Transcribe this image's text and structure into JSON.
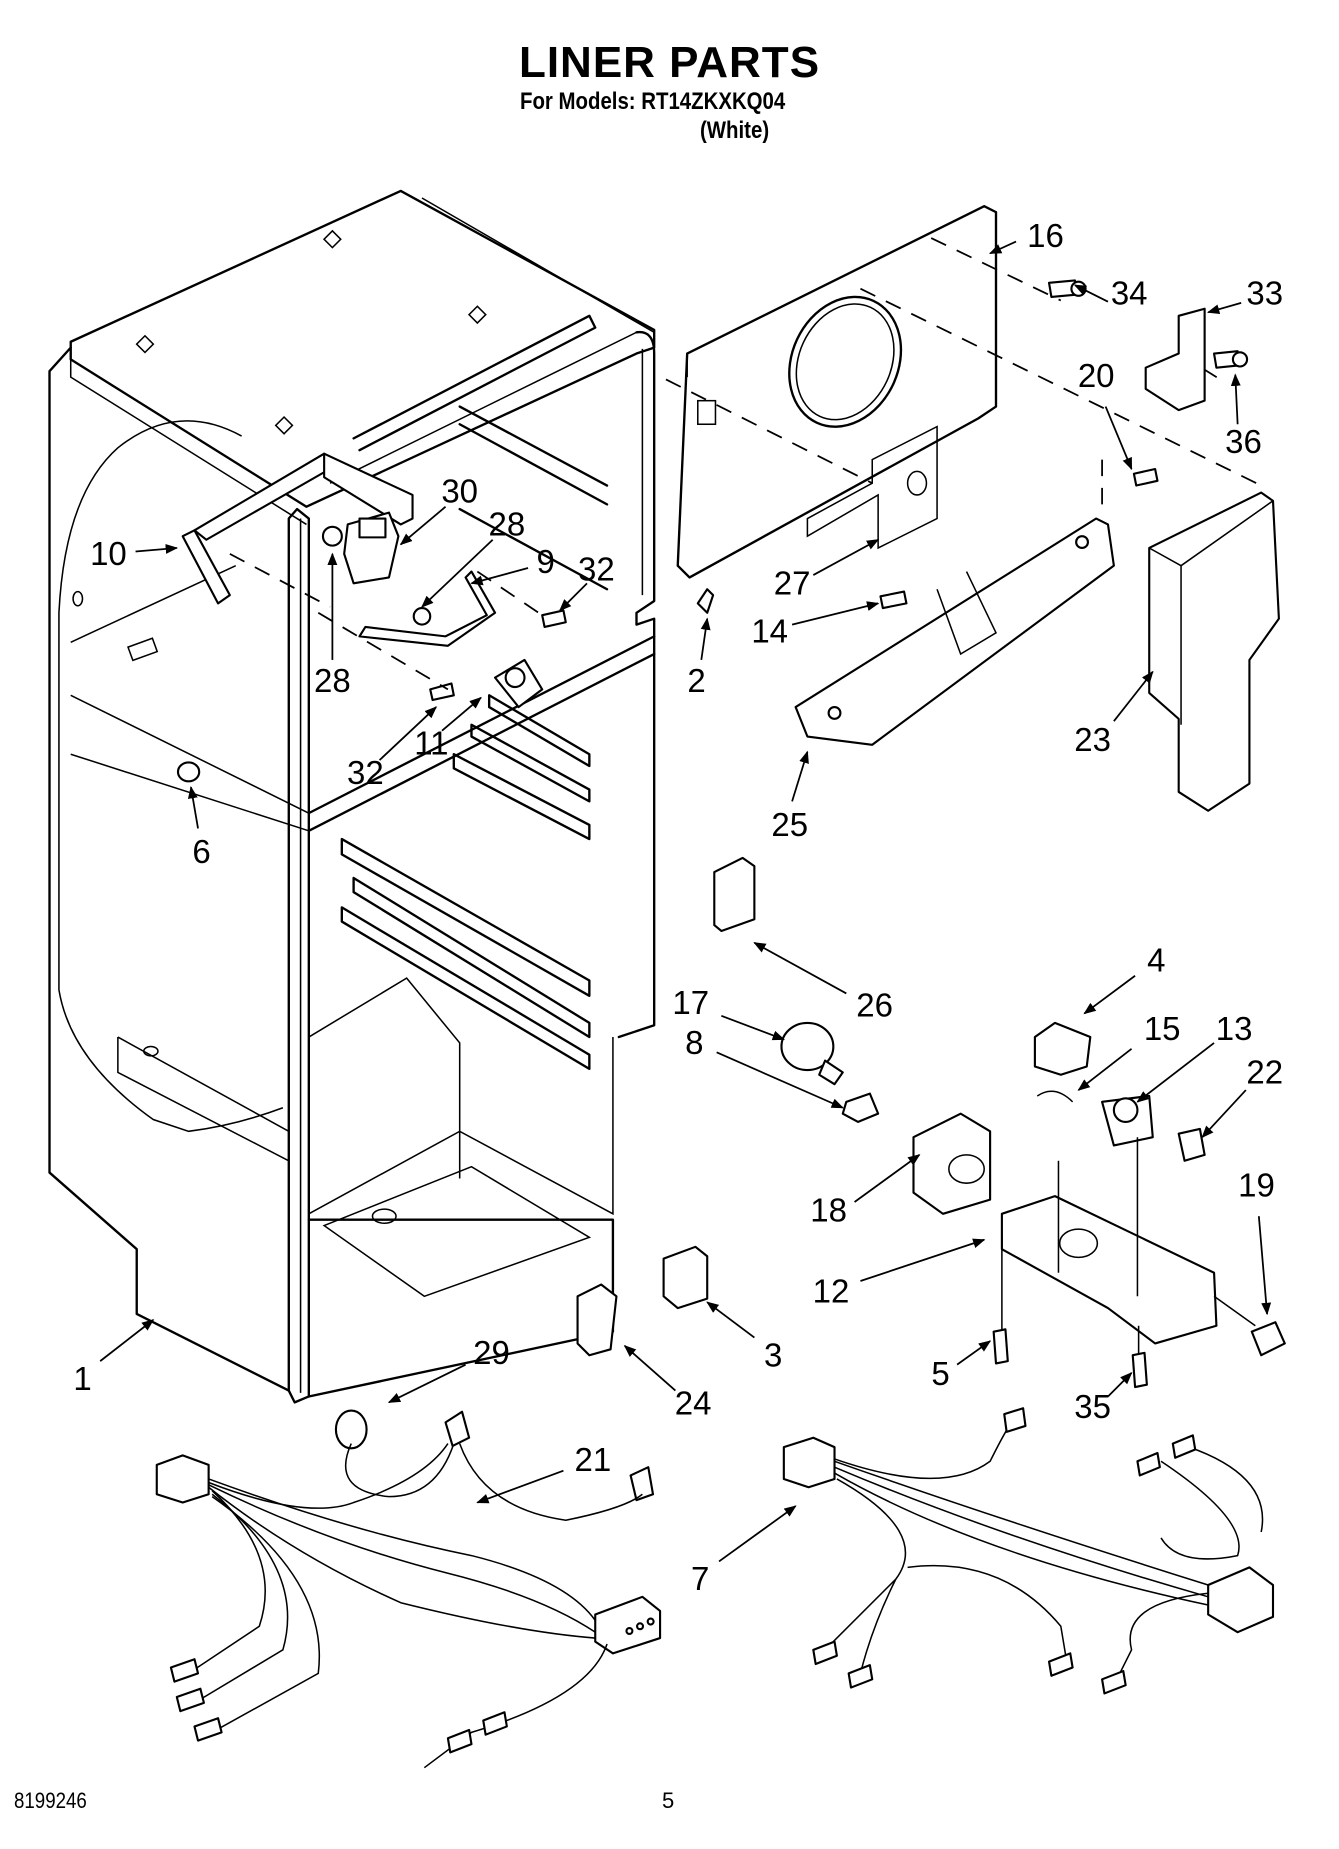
{
  "header": {
    "title": "LINER PARTS",
    "models_line": "For Models: RT14ZKXKQ04",
    "variant": "(White)"
  },
  "footer": {
    "document_number": "8199246",
    "page_number": "5"
  },
  "callouts": [
    {
      "label": "1",
      "part": "liner-cabinet"
    },
    {
      "label": "2",
      "part": "push-pin"
    },
    {
      "label": "3",
      "part": "connector"
    },
    {
      "label": "4",
      "part": "thermostat-knob-housing"
    },
    {
      "label": "5",
      "part": "screw"
    },
    {
      "label": "6",
      "part": "plug-button"
    },
    {
      "label": "7",
      "part": "wire-harness"
    },
    {
      "label": "8",
      "part": "lamp-socket"
    },
    {
      "label": "9",
      "part": "fan-bracket"
    },
    {
      "label": "10",
      "part": "bracket"
    },
    {
      "label": "11",
      "part": "fan-blade"
    },
    {
      "label": "12",
      "part": "control-housing"
    },
    {
      "label": "13",
      "part": "thermostat"
    },
    {
      "label": "14",
      "part": "screw"
    },
    {
      "label": "15",
      "part": "clip"
    },
    {
      "label": "16",
      "part": "rear-panel"
    },
    {
      "label": "17",
      "part": "light-bulb"
    },
    {
      "label": "18",
      "part": "light-shield"
    },
    {
      "label": "19",
      "part": "switch"
    },
    {
      "label": "20",
      "part": "screw"
    },
    {
      "label": "21",
      "part": "wire-harness"
    },
    {
      "label": "22",
      "part": "knob"
    },
    {
      "label": "23",
      "part": "air-duct-cover"
    },
    {
      "label": "24",
      "part": "connector"
    },
    {
      "label": "25",
      "part": "air-diffuser"
    },
    {
      "label": "26",
      "part": "switch-housing"
    },
    {
      "label": "27",
      "part": "insulation"
    },
    {
      "label": "28",
      "part": "grommet"
    },
    {
      "label": "28",
      "part": "grommet"
    },
    {
      "label": "29",
      "part": "sensor"
    },
    {
      "label": "30",
      "part": "fan-motor"
    },
    {
      "label": "32",
      "part": "screw"
    },
    {
      "label": "32",
      "part": "screw"
    },
    {
      "label": "33",
      "part": "bracket"
    },
    {
      "label": "34",
      "part": "screw"
    },
    {
      "label": "35",
      "part": "screw"
    },
    {
      "label": "36",
      "part": "screw"
    }
  ]
}
